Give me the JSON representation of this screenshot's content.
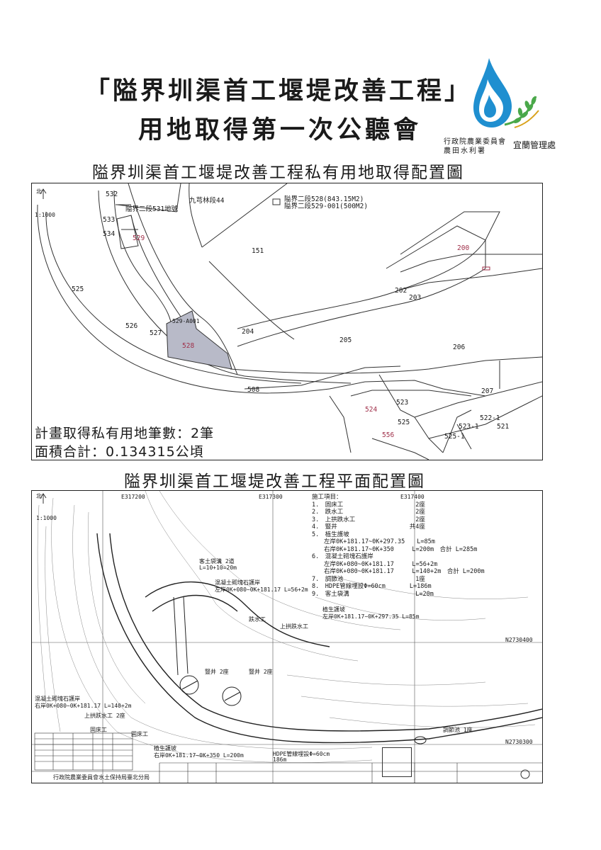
{
  "header": {
    "title_line1": "「隘界圳渠首工堰堤改善工程」",
    "title_line2": "用地取得第一次公聽會",
    "org_line1": "行政院農業委員會",
    "org_line2": "農田水利署",
    "org_line3": "宜蘭管理處"
  },
  "land_map": {
    "title": "隘界圳渠首工堰堤改善工程私有用地取得配置圖",
    "north": "北",
    "scale": "1:1000",
    "legend": [
      "隘界二段528(843.15M2)",
      "隘界二段529-001(500M2)"
    ],
    "road_labels": [
      "九芎林段44",
      "隘界二段531地號"
    ],
    "parcels": [
      "532",
      "533",
      "534",
      "529",
      "151",
      "200",
      "525",
      "526",
      "527",
      "529-A001",
      "528",
      "204",
      "202",
      "203",
      "205",
      "206",
      "508",
      "207",
      "524",
      "523",
      "525",
      "556",
      "522-1",
      "523-1",
      "521",
      "525-1"
    ],
    "stat_count": "計畫取得私有用地筆數：2筆",
    "stat_area": "面積合計：0.134315公頃"
  },
  "plan_map": {
    "title": "隘界圳渠首工堰堤改善工程平面配置圖",
    "north": "北",
    "scale": "1:1000",
    "coords": [
      "E317200",
      "E317300",
      "E317400",
      "N2730400",
      "N2730300"
    ],
    "works_title": "施工項目：",
    "works": [
      "1.　固床工　　　　　　　　　　　　2座",
      "2.　跌水工　　　　　　　　　　　　2座",
      "3.　上拱跌水工　　　　　　　　　　2座",
      "4.　豎井　　　　　　　　　　　　共4座",
      "5.　植生護坡",
      "　　左岸0K+181.17~0K+297.35　　L=85m",
      "　　右岸0K+181.17~0K+350　　　L=200m　合計 L=285m",
      "6.　混凝土砌塊石護岸",
      "　　左岸0K+080~0K+181.17　　　L=56+2m",
      "　　右岸0K+080~0K+181.17　　　L=140+2m　合計 L=200m",
      "7.　調節池　　　　　　　　　　　　1座",
      "8.　HDPE管線埋設Φ=60cm　　　　L=186m",
      "9.　客土袋溝　　　　　　　　　　　L=20m"
    ],
    "annotations": [
      "客土袋溝 2道",
      "L=10+10=20m",
      "混凝土砌塊石護岸",
      "左岸0K+080~0K+181.17 L=56+2m",
      "植生護坡",
      "左岸0K+181.17~0K+297.35 L=85m",
      "跌水工",
      "上拱跌水工",
      "豎井 2座",
      "豎井 2座",
      "混凝土砌塊石護岸",
      "右岸0K+080~0K+181.17 L=140+2m",
      "上拱跌水工 2座",
      "固床工",
      "固床工",
      "植生護坡",
      "右岸0K+181.17~0K+350 L=200m",
      "HDPE管線埋設Φ=60cm",
      "186m",
      "調節池 1座"
    ],
    "footer_agency": "行政院農業委員會水土保持局臺北分局"
  },
  "colors": {
    "logo_blue": "#1f8fd0",
    "logo_green": "#4aa84a",
    "parcel_red": "#a0304a",
    "acquired_fill": "#b8bac8"
  }
}
